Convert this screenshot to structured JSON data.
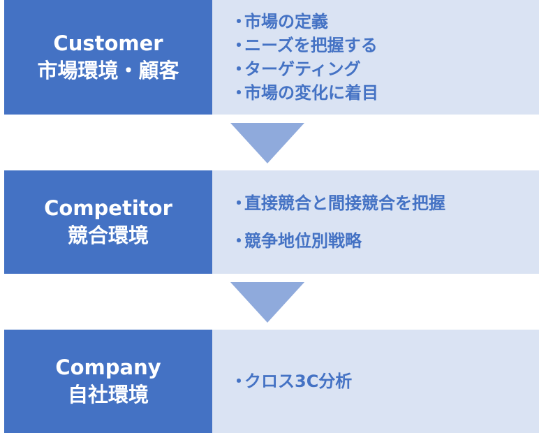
{
  "stages": [
    {
      "label_en": "Customer",
      "label_ja": "市場環境・顧客",
      "items": [
        "市場の定義",
        "ニーズを把握する",
        "ターゲティング",
        "市場の変化に着目"
      ]
    },
    {
      "label_en": "Competitor",
      "label_ja": "競合環境",
      "items": [
        "直接競合と間接競合を把握",
        "競争地位別戦略"
      ]
    },
    {
      "label_en": "Company",
      "label_ja": "自社環境",
      "items": [
        "クロス3C分析"
      ]
    }
  ],
  "bullet_marker": "・",
  "colors": {
    "label_bg": "#4472c4",
    "detail_bg": "#dae3f3",
    "arrow": "#8faadc",
    "text_accent": "#4472c4"
  }
}
